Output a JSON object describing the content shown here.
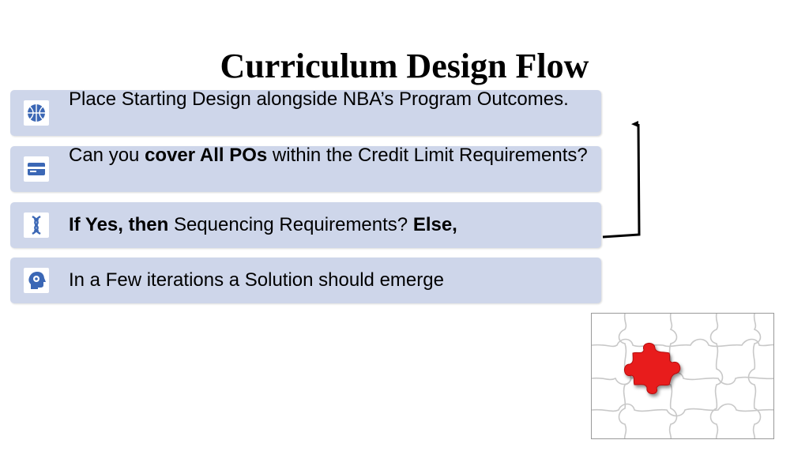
{
  "title": "Curriculum Design Flow",
  "steps": [
    {
      "icon": "basketball-icon",
      "text": "Place Starting Design alongside NBA’s Program Outcomes."
    },
    {
      "icon": "card-icon",
      "pre": "Can you ",
      "bold": "cover All POs",
      "post": " within the Credit Limit Requirements?"
    },
    {
      "icon": "dna-icon",
      "bold1": "If Yes, then",
      "mid": " Sequencing Requirements? ",
      "bold2": "Else,"
    },
    {
      "icon": "gear-head-icon",
      "text": "In a Few iterations a Solution should emerge"
    }
  ],
  "colors": {
    "step_fill": "#ced6ea",
    "icon_blue": "#3b67b5",
    "puzzle_piece": "#e81e1e"
  }
}
